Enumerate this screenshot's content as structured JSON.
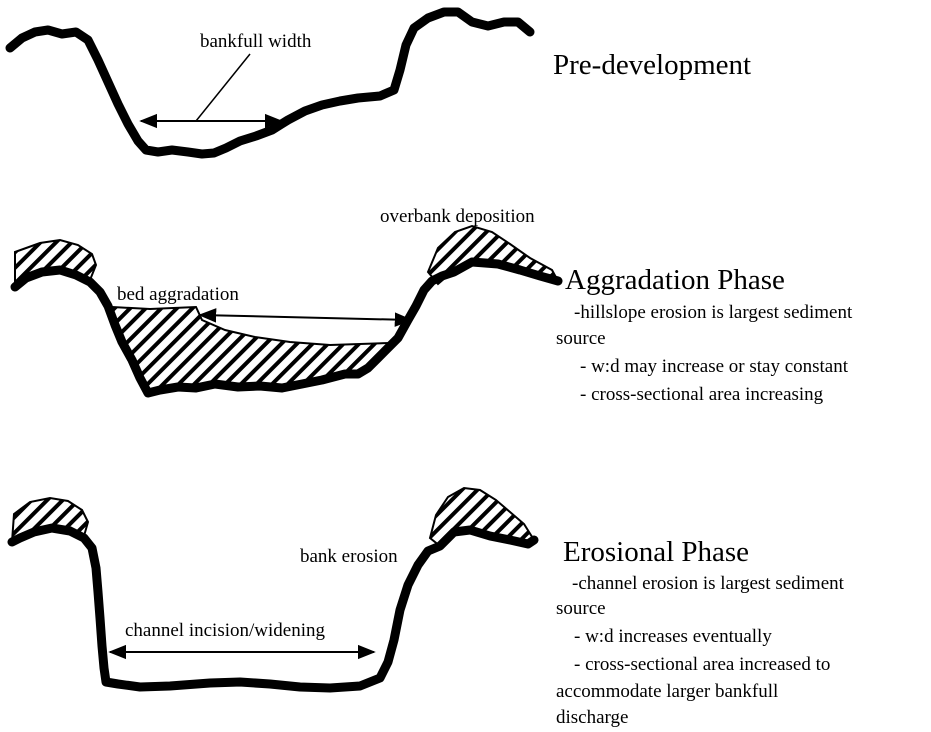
{
  "panels": [
    {
      "id": "pre-development",
      "title": "Pre-development",
      "lines": [],
      "annotations": {
        "width_label": "bankfull width"
      }
    },
    {
      "id": "aggradation",
      "title": "Aggradation Phase",
      "lines": [
        "-hillslope erosion is largest sediment",
        "source",
        "- w:d may increase or stay constant",
        "- cross-sectional area increasing"
      ],
      "annotations": {
        "deposition_label": "overbank deposition",
        "bed_label": "bed aggradation"
      }
    },
    {
      "id": "erosional",
      "title": "Erosional Phase",
      "lines": [
        "-channel erosion is largest sediment",
        "source",
        "- w:d increases eventually",
        "- cross-sectional area increased to",
        "accommodate larger bankfull",
        "discharge"
      ],
      "annotations": {
        "bank_label": "bank erosion",
        "incision_label": "channel incision/widening"
      }
    }
  ]
}
